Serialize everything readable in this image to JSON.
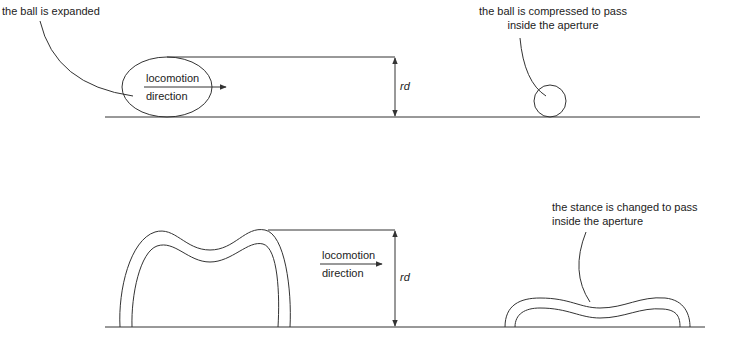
{
  "diagram": {
    "labels": [
      "the ball is expanded",
      "the ball is compressed to pass inside the aperture",
      "locomotion direction",
      "rd",
      "the stance is changed to pass inside the aperture",
      "locomotion direction",
      "rd"
    ]
  }
}
